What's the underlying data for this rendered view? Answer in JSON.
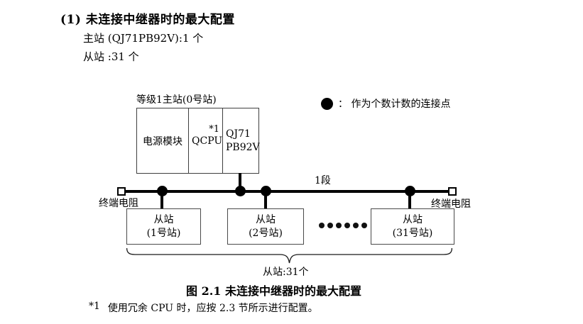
{
  "header": {
    "title": "(1) 未连接中继器时的最大配置",
    "master_line": "主站 (QJ71PB92V):1 个",
    "slave_line": "从站 :31 个"
  },
  "diagram": {
    "master_station_label": "等级1主站(0号站)",
    "modules": {
      "power": "电源模块",
      "cpu": "QCPU",
      "cpu_note": "*1",
      "network_line1": "QJ71",
      "network_line2": "PB92V"
    },
    "legend": {
      "text": "： 作为个数计数的连接点"
    },
    "segment_label": "1段",
    "terminator_left": "终端电阻",
    "terminator_right": "终端电阻",
    "slaves": [
      {
        "line1": "从站",
        "line2": "(1号站)"
      },
      {
        "line1": "从站",
        "line2": "(2号站)"
      },
      {
        "line1": "从站",
        "line2": "(31号站)"
      }
    ],
    "slave_count_label": "从站:31个"
  },
  "caption": "图 2.1 未连接中继器时的最大配置",
  "footnote": {
    "marker": "*1",
    "text": "使用冗余 CPU 时，应按 2.3 节所示进行配置。"
  },
  "colors": {
    "text": "#000000",
    "line": "#000000",
    "box_border": "#3f3f3f",
    "background": "#ffffff"
  }
}
